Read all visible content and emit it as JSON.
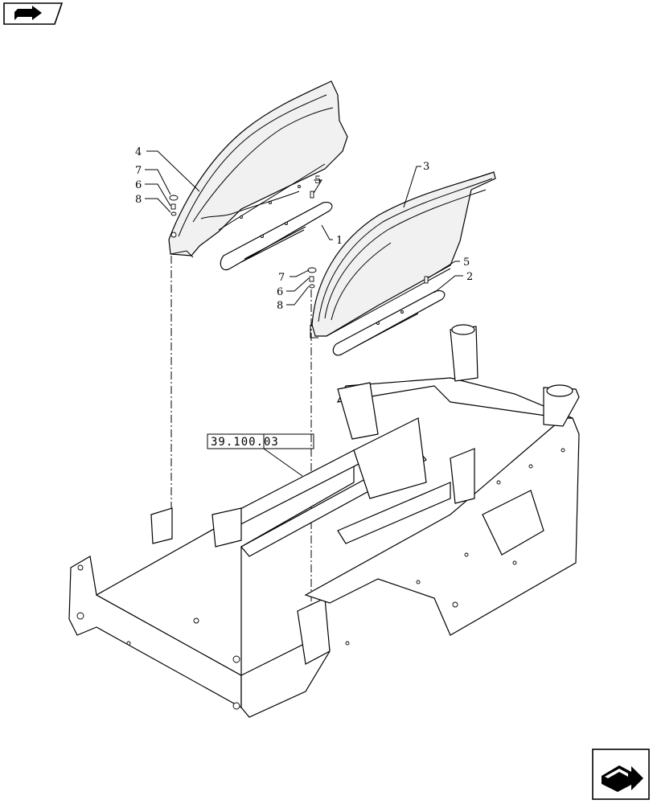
{
  "nav": {
    "top_left_icon": "previous-page-arrow-icon",
    "bottom_right_icon": "next-page-arrow-icon"
  },
  "reference": {
    "code": "39.100.03"
  },
  "callouts": [
    {
      "id": "c1",
      "label": "1"
    },
    {
      "id": "c2",
      "label": "2"
    },
    {
      "id": "c3",
      "label": "3"
    },
    {
      "id": "c4",
      "label": "4"
    },
    {
      "id": "c5a",
      "label": "5"
    },
    {
      "id": "c5b",
      "label": "5"
    },
    {
      "id": "c6a",
      "label": "6"
    },
    {
      "id": "c6b",
      "label": "6"
    },
    {
      "id": "c7a",
      "label": "7"
    },
    {
      "id": "c7b",
      "label": "7"
    },
    {
      "id": "c8a",
      "label": "8"
    },
    {
      "id": "c8b",
      "label": "8"
    }
  ]
}
